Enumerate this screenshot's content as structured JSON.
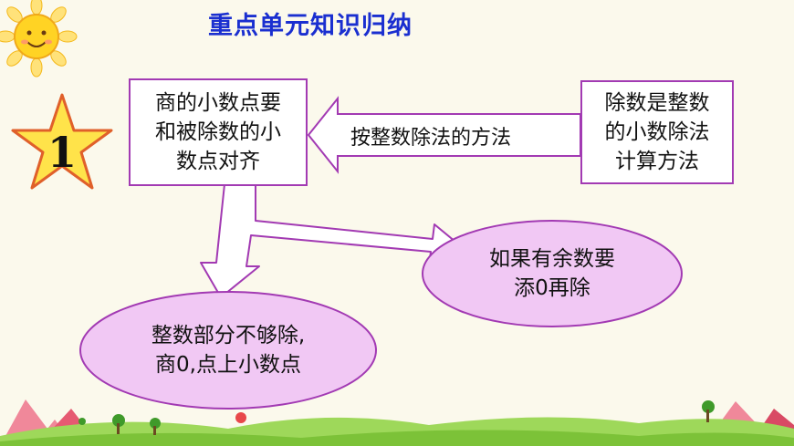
{
  "title": "重点单元知识归纳",
  "badge_number": "1",
  "nodes": {
    "box_left": {
      "lines": [
        "商的小数点要",
        "和被除数的小",
        "数点对齐"
      ]
    },
    "box_right": {
      "lines": [
        "除数是整数",
        "的小数除法",
        "计算方法"
      ]
    },
    "arrow_label": "按整数除法的方法",
    "ellipse_right": {
      "lines": [
        "如果有余数要",
        "添0再除"
      ]
    },
    "ellipse_left": {
      "lines": [
        "整数部分不够除,",
        "商0,点上小数点"
      ]
    }
  },
  "colors": {
    "title": "#1a2fd0",
    "box_border": "#a23ab3",
    "ellipse_fill": "#f1c8f4",
    "arrow_fill": "#ffffff",
    "arrow_border": "#a23ab3",
    "star_fill": "#ffe34a",
    "star_border": "#e0602a",
    "sun": "#ffd324",
    "grass": "#8cd34a"
  }
}
